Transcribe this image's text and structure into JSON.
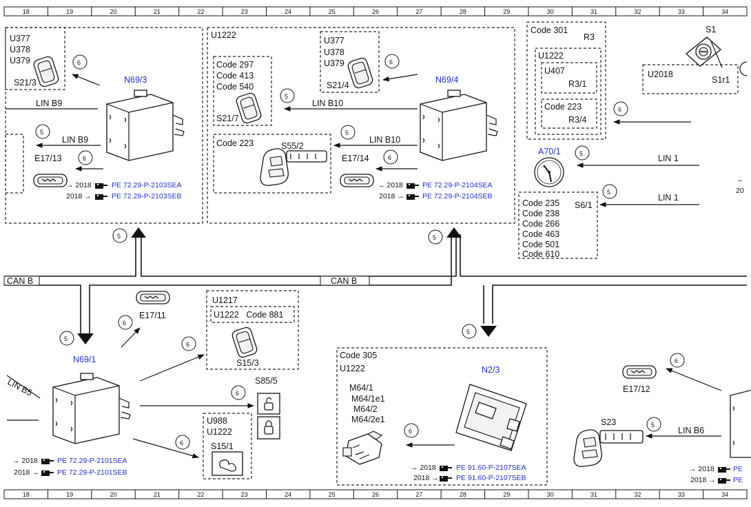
{
  "ruler": {
    "numbers": [
      "18",
      "19",
      "20",
      "21",
      "22",
      "23",
      "24",
      "25",
      "26",
      "27",
      "28",
      "29",
      "30",
      "31",
      "32",
      "33",
      "34"
    ]
  },
  "bus": {
    "can_b_left": "CAN B",
    "can_b_center": "CAN B"
  },
  "wires": {
    "lin_b9_top": "LIN B9",
    "lin_b9_mid": "LIN B9",
    "lin_b10_top": "LIN B10",
    "lin_b10_mid": "LIN B10",
    "lin_1_top": "LIN 1",
    "lin_1_bottom": "LIN 1",
    "lin_b5": "LIN B5",
    "lin_b6": "LIN B6"
  },
  "markers": {
    "five": "5",
    "six": "6"
  },
  "boxes": {
    "left_codes": [
      "U377",
      "U378",
      "U379"
    ],
    "left_switch": "S21/3",
    "mid_box_code": "U1222",
    "mid_codes": [
      "Code 297",
      "Code 413",
      "Code 540"
    ],
    "mid_switch": "S21/7",
    "mid_upper_codes": [
      "U377",
      "U378",
      "U379"
    ],
    "mid_upper_switch": "S21/4",
    "code_223": "Code 223",
    "s55_2": "S55/2",
    "r3_code": "Code 301",
    "r3_label": "R3",
    "r3_u1222": "U1222",
    "u407": "U407",
    "r3_1": "R3/1",
    "r3_code223": "Code 223",
    "r3_4": "R3/4",
    "u2018": "U2018",
    "s1r1": "S1r1",
    "s1": "S1",
    "s6_codes": [
      "Code 235",
      "Code 238",
      "Code 266",
      "Code 463",
      "Code 501",
      "Code 610"
    ],
    "s6_1": "S6/1",
    "u1217": "U1217",
    "u1222_code881": "U1222   Code 881",
    "s15_3": "S15/3",
    "s85_5": "S85/5",
    "u988": "U988",
    "u1222_b": "U1222",
    "s15_1": "S15/1",
    "code_305": "Code 305",
    "u1222_c": "U1222",
    "m64_list": [
      "M64/1",
      "M64/1e1",
      "M64/2",
      "M64/2e1"
    ],
    "e17_12": "E17/12",
    "s23": "S23"
  },
  "components": {
    "n69_3": "N69/3",
    "n69_4": "N69/4",
    "n69_1": "N69/1",
    "n2_3": "N2/3",
    "a70_1": "A70/1",
    "e17_13": "E17/13",
    "e17_14": "E17/14",
    "e17_11": "E17/11"
  },
  "references": {
    "n69_3_a_prefix": "→ 2018",
    "n69_3_a": "PE 72.29-P-2103SEA",
    "n69_3_b_prefix": "2018 →",
    "n69_3_b": "PE 72.29-P-2103SEB",
    "n69_4_a_prefix": "→ 2018",
    "n69_4_a": "PE 72.29-P-2104SEA",
    "n69_4_b_prefix": "2018 →",
    "n69_4_b": "PE 72.29-P-2104SEB",
    "n69_1_a_prefix": "→ 2018",
    "n69_1_a": "PE 72.29-P-2101SEA",
    "n69_1_b_prefix": "2018 →",
    "n69_1_b": "PE 72.29-P-2101SEB",
    "n2_3_a_prefix": "→ 2018",
    "n2_3_a": "PE 91.60-P-2107SEA",
    "n2_3_b_prefix": "2018 →",
    "n2_3_b": "PE 91.60-P-2107SEB",
    "right_a_prefix": "→ 2018",
    "right_a": "PE",
    "right_b_prefix": "2018 →",
    "right_b": "PE",
    "right_top_prefix": "→",
    "right_top_year": "20"
  },
  "colors": {
    "link_blue": "#1f2fc7",
    "line": "#111111"
  },
  "icons": [
    "hand-pointer-icon",
    "window-switch-icon",
    "seat-switch-icon",
    "clock-icon",
    "lock-icon",
    "unlock-icon",
    "key-switch-icon",
    "ambient-light-icon",
    "control-unit-icon",
    "motor-connector-icon",
    "socket-icon"
  ]
}
